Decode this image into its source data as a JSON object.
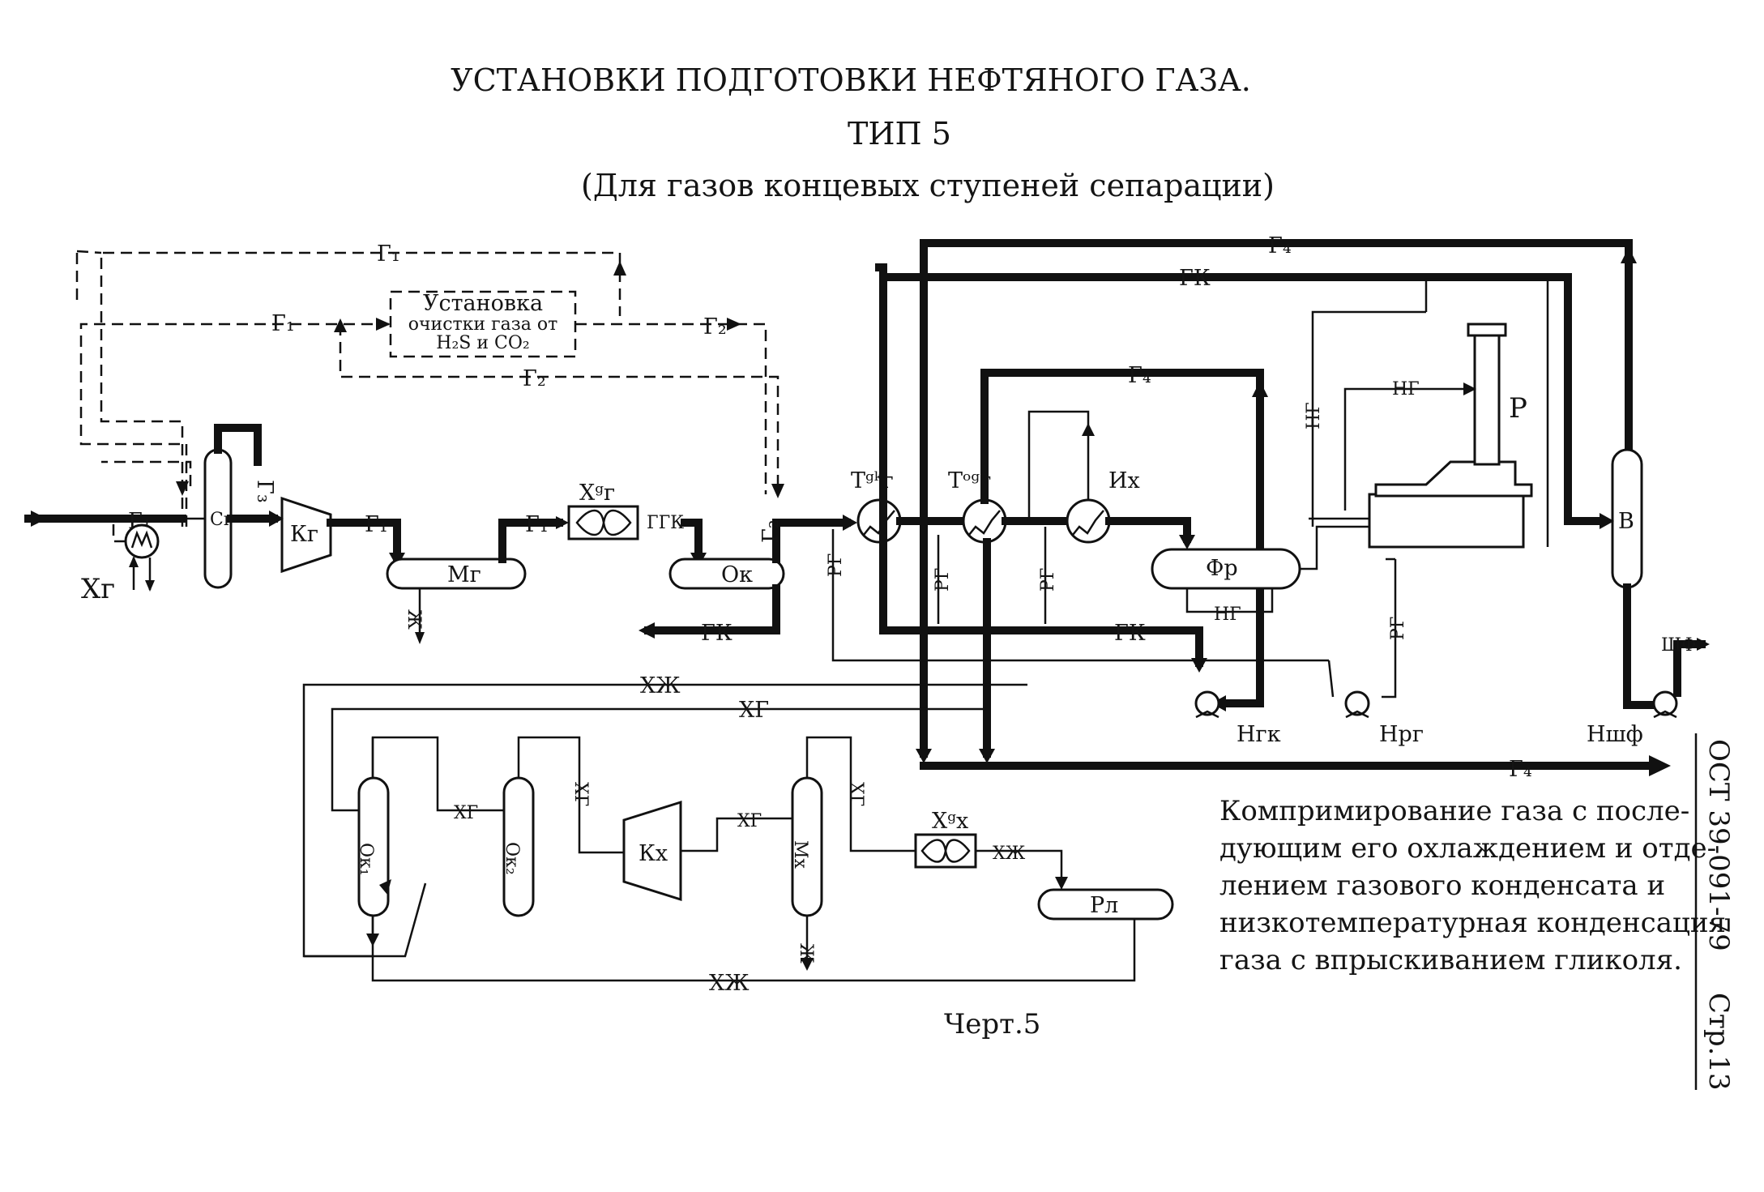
{
  "header": {
    "title": "УСТАНОВКИ ПОДГОТОВКИ НЕФТЯНОГО ГАЗА.",
    "type": "ТИП 5",
    "subtitle": "(Для газов концевых ступеней сепарации)"
  },
  "unit_box": {
    "line1": "Установка",
    "line2": "очистки газа от",
    "line3": "H₂S и CO₂"
  },
  "equipment": {
    "xg": "Хг",
    "cg": "Сг",
    "kg": "Кг",
    "mg": "Мг",
    "xg_cooler": "Хᵍг",
    "ok": "Ок",
    "tgk": "Тᵍᵏг",
    "tog": "Тᵒᵍг",
    "ix": "Их",
    "fr": "Фр",
    "r": "Р",
    "v": "В",
    "ngk": "Нгк",
    "nrg": "Нрг",
    "nshf": "Ншф",
    "ok1": "Ок₁",
    "ok2": "Ок₂",
    "kx": "Кх",
    "mx": "Мх",
    "xx_cooler": "Хᵍх",
    "rl": "Рл"
  },
  "streams": {
    "g1": "Г₁",
    "g2": "Г₂",
    "g3": "Г₃",
    "g4": "Г₄",
    "gk": "ГК",
    "ggk": "ГГК",
    "rg": "РГ",
    "ng": "НГ",
    "shf": "ШФ",
    "xzh": "ХЖ",
    "xg_line": "ХГ",
    "zh": "Ж"
  },
  "caption": {
    "line1": "Компримирование газа с после-",
    "line2": "дующим его охлаждением и отде-",
    "line3": "лением газового конденсата и",
    "line4": "низкотемпературная конденсация",
    "line5": "газа с впрыскиванием гликоля."
  },
  "figure_label": "Черт.5",
  "side_stamp": {
    "doc": "ОСТ 39-091-79",
    "page": "Стр.13"
  }
}
